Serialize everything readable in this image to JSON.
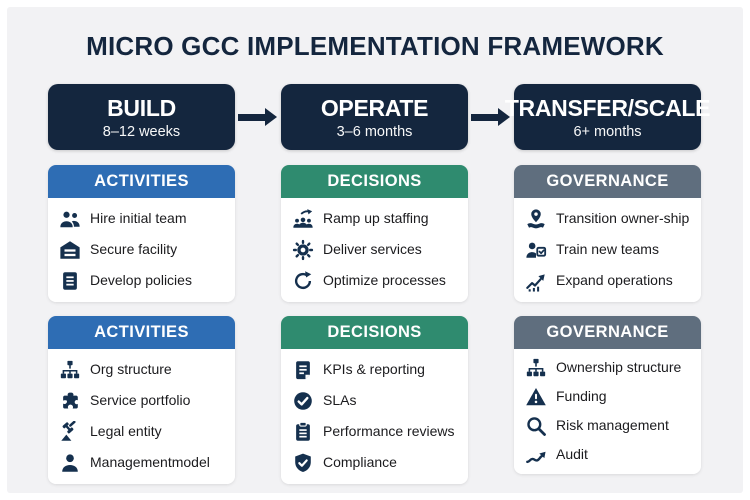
{
  "title": "MICRO GCC IMPLEMENTATION FRAMEWORK",
  "colors": {
    "background": "#F2F2F4",
    "navy": "#14263E",
    "icon_navy": "#15304E",
    "activities_blue": "#2E6DB4",
    "decisions_green": "#2F8B6F",
    "governance_gray": "#5F6E7E",
    "card_white": "#FFFFFF",
    "text": "#1B1B1E"
  },
  "phases": [
    {
      "name": "BUILD",
      "duration": "8–12 weeks"
    },
    {
      "name": "OPERATE",
      "duration": "3–6 months"
    },
    {
      "name": "TRANSFER/SCALE",
      "duration": "6+ months"
    }
  ],
  "columns": [
    {
      "cards": [
        {
          "header": "ACTIVITIES",
          "items": [
            {
              "icon": "team-icon",
              "label": "Hire initial team"
            },
            {
              "icon": "facility-icon",
              "label": "Secure facility"
            },
            {
              "icon": "document-icon",
              "label": "Develop policies"
            }
          ]
        },
        {
          "header": "ACTIVITIES",
          "items": [
            {
              "icon": "org-chart-icon",
              "label": "Org structure"
            },
            {
              "icon": "puzzle-icon",
              "label": "Service portfolio"
            },
            {
              "icon": "gavel-icon",
              "label": "Legal entity"
            },
            {
              "icon": "person-icon",
              "label": "Managementmodel"
            }
          ]
        }
      ]
    },
    {
      "cards": [
        {
          "header": "DECISIONS",
          "items": [
            {
              "icon": "staffing-up-icon",
              "label": "Ramp up staffing"
            },
            {
              "icon": "gear-icon",
              "label": "Deliver services"
            },
            {
              "icon": "refresh-icon",
              "label": "Optimize processes"
            }
          ]
        },
        {
          "header": "DECISIONS",
          "items": [
            {
              "icon": "report-icon",
              "label": "KPIs & reporting"
            },
            {
              "icon": "check-circle-icon",
              "label": "SLAs"
            },
            {
              "icon": "clipboard-icon",
              "label": "Performance reviews"
            },
            {
              "icon": "shield-check-icon",
              "label": "Compliance"
            }
          ]
        }
      ]
    },
    {
      "cards": [
        {
          "header": "GOVERNANCE",
          "items": [
            {
              "icon": "handover-pin-icon",
              "label": "Transition owner-ship"
            },
            {
              "icon": "train-teams-icon",
              "label": "Train new teams"
            },
            {
              "icon": "growth-chart-icon",
              "label": "Expand operations"
            }
          ]
        },
        {
          "header": "GOVERNANCE",
          "items": [
            {
              "icon": "org-chart-icon",
              "label": "Ownership structure"
            },
            {
              "icon": "funding-icon",
              "label": "Funding"
            },
            {
              "icon": "magnifier-icon",
              "label": "Risk management"
            },
            {
              "icon": "trend-arrow-icon",
              "label": "Audit"
            }
          ]
        }
      ]
    }
  ]
}
